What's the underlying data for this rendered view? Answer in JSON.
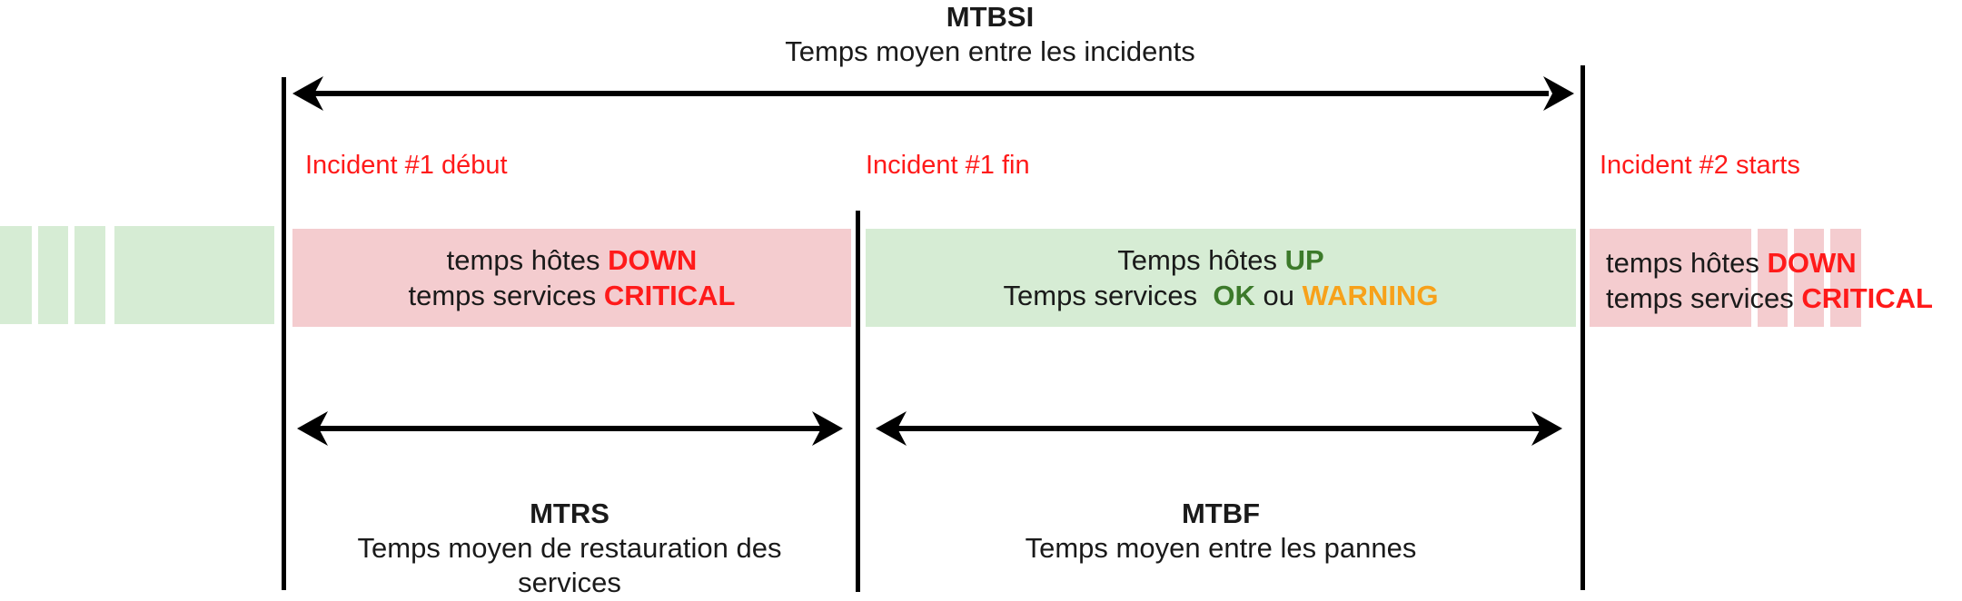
{
  "top_metric": {
    "abbr": "MTBSI",
    "description": "Temps moyen entre les incidents"
  },
  "events": {
    "incident1_start": "Incident #1 début",
    "incident1_end": "Incident #1 fin",
    "incident2_start": "Incident #2 starts"
  },
  "down_box": {
    "line1_prefix": "temps hôtes ",
    "line1_keyword": "DOWN",
    "line2_prefix": "temps services ",
    "line2_keyword": "CRITICAL"
  },
  "up_box": {
    "line1_prefix": "Temps hôtes ",
    "line1_keyword": "UP",
    "line2_prefix": "Temps services  ",
    "line2_keyword_ok": "OK",
    "line2_connector": " ou ",
    "line2_keyword_warning": "WARNING"
  },
  "down_box_2": {
    "line1_prefix": "temps hôtes ",
    "line1_keyword": "DOWN",
    "line2_prefix": "temps services ",
    "line2_keyword": "CRITICAL"
  },
  "bottom_metrics": {
    "mtrs": {
      "abbr": "MTRS",
      "description_line1": "Temps moyen de restauration des",
      "description_line2": "services"
    },
    "mtbf": {
      "abbr": "MTBF",
      "description": "Temps moyen entre les pannes"
    }
  },
  "colors": {
    "up_fill": "#d6ecd4",
    "down_fill": "#f4cccf",
    "event_label": "#ff1a1a",
    "down_keyword": "#ff1a1a",
    "ok_keyword": "#3c7a2a",
    "warning_keyword": "#f7a11a"
  }
}
